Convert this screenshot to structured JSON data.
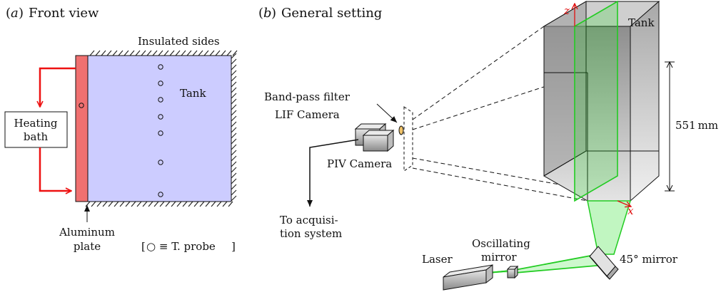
{
  "panel_a": {
    "label_letter": "a",
    "title": "Front view",
    "insulated": "Insulated sides",
    "tank": "Tank",
    "heating_line1": "Heating",
    "heating_line2": "bath",
    "aluminum_line1": "Aluminum",
    "aluminum_line2": "plate",
    "legend_open": "[",
    "legend_symbol": "○ ≡ T. probe",
    "legend_close": "]"
  },
  "panel_b": {
    "label_letter": "b",
    "title": "General setting",
    "tank": "Tank",
    "filter": "Band-pass filter",
    "lif_camera": "LIF Camera",
    "piv_camera": "PIV Camera",
    "acq_line1": "To acquisi-",
    "acq_line2": "tion system",
    "height": "551 mm",
    "axis_z": "z",
    "axis_x": "x",
    "osc_line1": "Oscillating",
    "osc_line2": "mirror",
    "laser": "Laser",
    "mirror45": "45° mirror"
  },
  "colors": {
    "tank_fill": "#ccccff",
    "plate": "#f07070",
    "heating_arrow": "#ee1111",
    "laser_green": "#22dd22",
    "axis_red": "#e01010"
  }
}
